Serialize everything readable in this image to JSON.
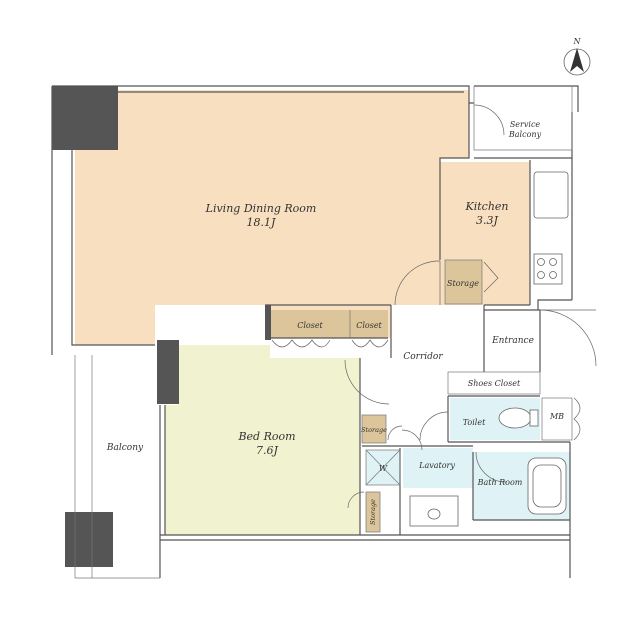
{
  "compass": {
    "label": "N"
  },
  "rooms": {
    "living": {
      "name": "Living Dining Room",
      "size": "18.1J"
    },
    "kitchen": {
      "name": "Kitchen",
      "size": "3.3J"
    },
    "bedroom": {
      "name": "Bed Room",
      "size": "7.6J"
    },
    "service_balcony_1": "Service",
    "service_balcony_2": "Balcony",
    "storage_kitchen": "Storage",
    "closet_1": "Closet",
    "closet_2": "Closet",
    "corridor": "Corridor",
    "entrance": "Entrance",
    "shoes_closet": "Shoes Closet",
    "toilet": "Toilet",
    "mb": "MB",
    "balcony": "Balcony",
    "storage_small": "Storage",
    "storage_vertical": "Storage",
    "w": "W",
    "lavatory": "Lavatory",
    "bath_room": "Bath Room"
  },
  "colors": {
    "living": "#f8dfc0",
    "kitchen": "#f8dfc0",
    "bedroom": "#f1f3d0",
    "storage": "#dcc59a",
    "wet_area": "#dff2f5",
    "wall": "#555555",
    "column": "#555555"
  }
}
